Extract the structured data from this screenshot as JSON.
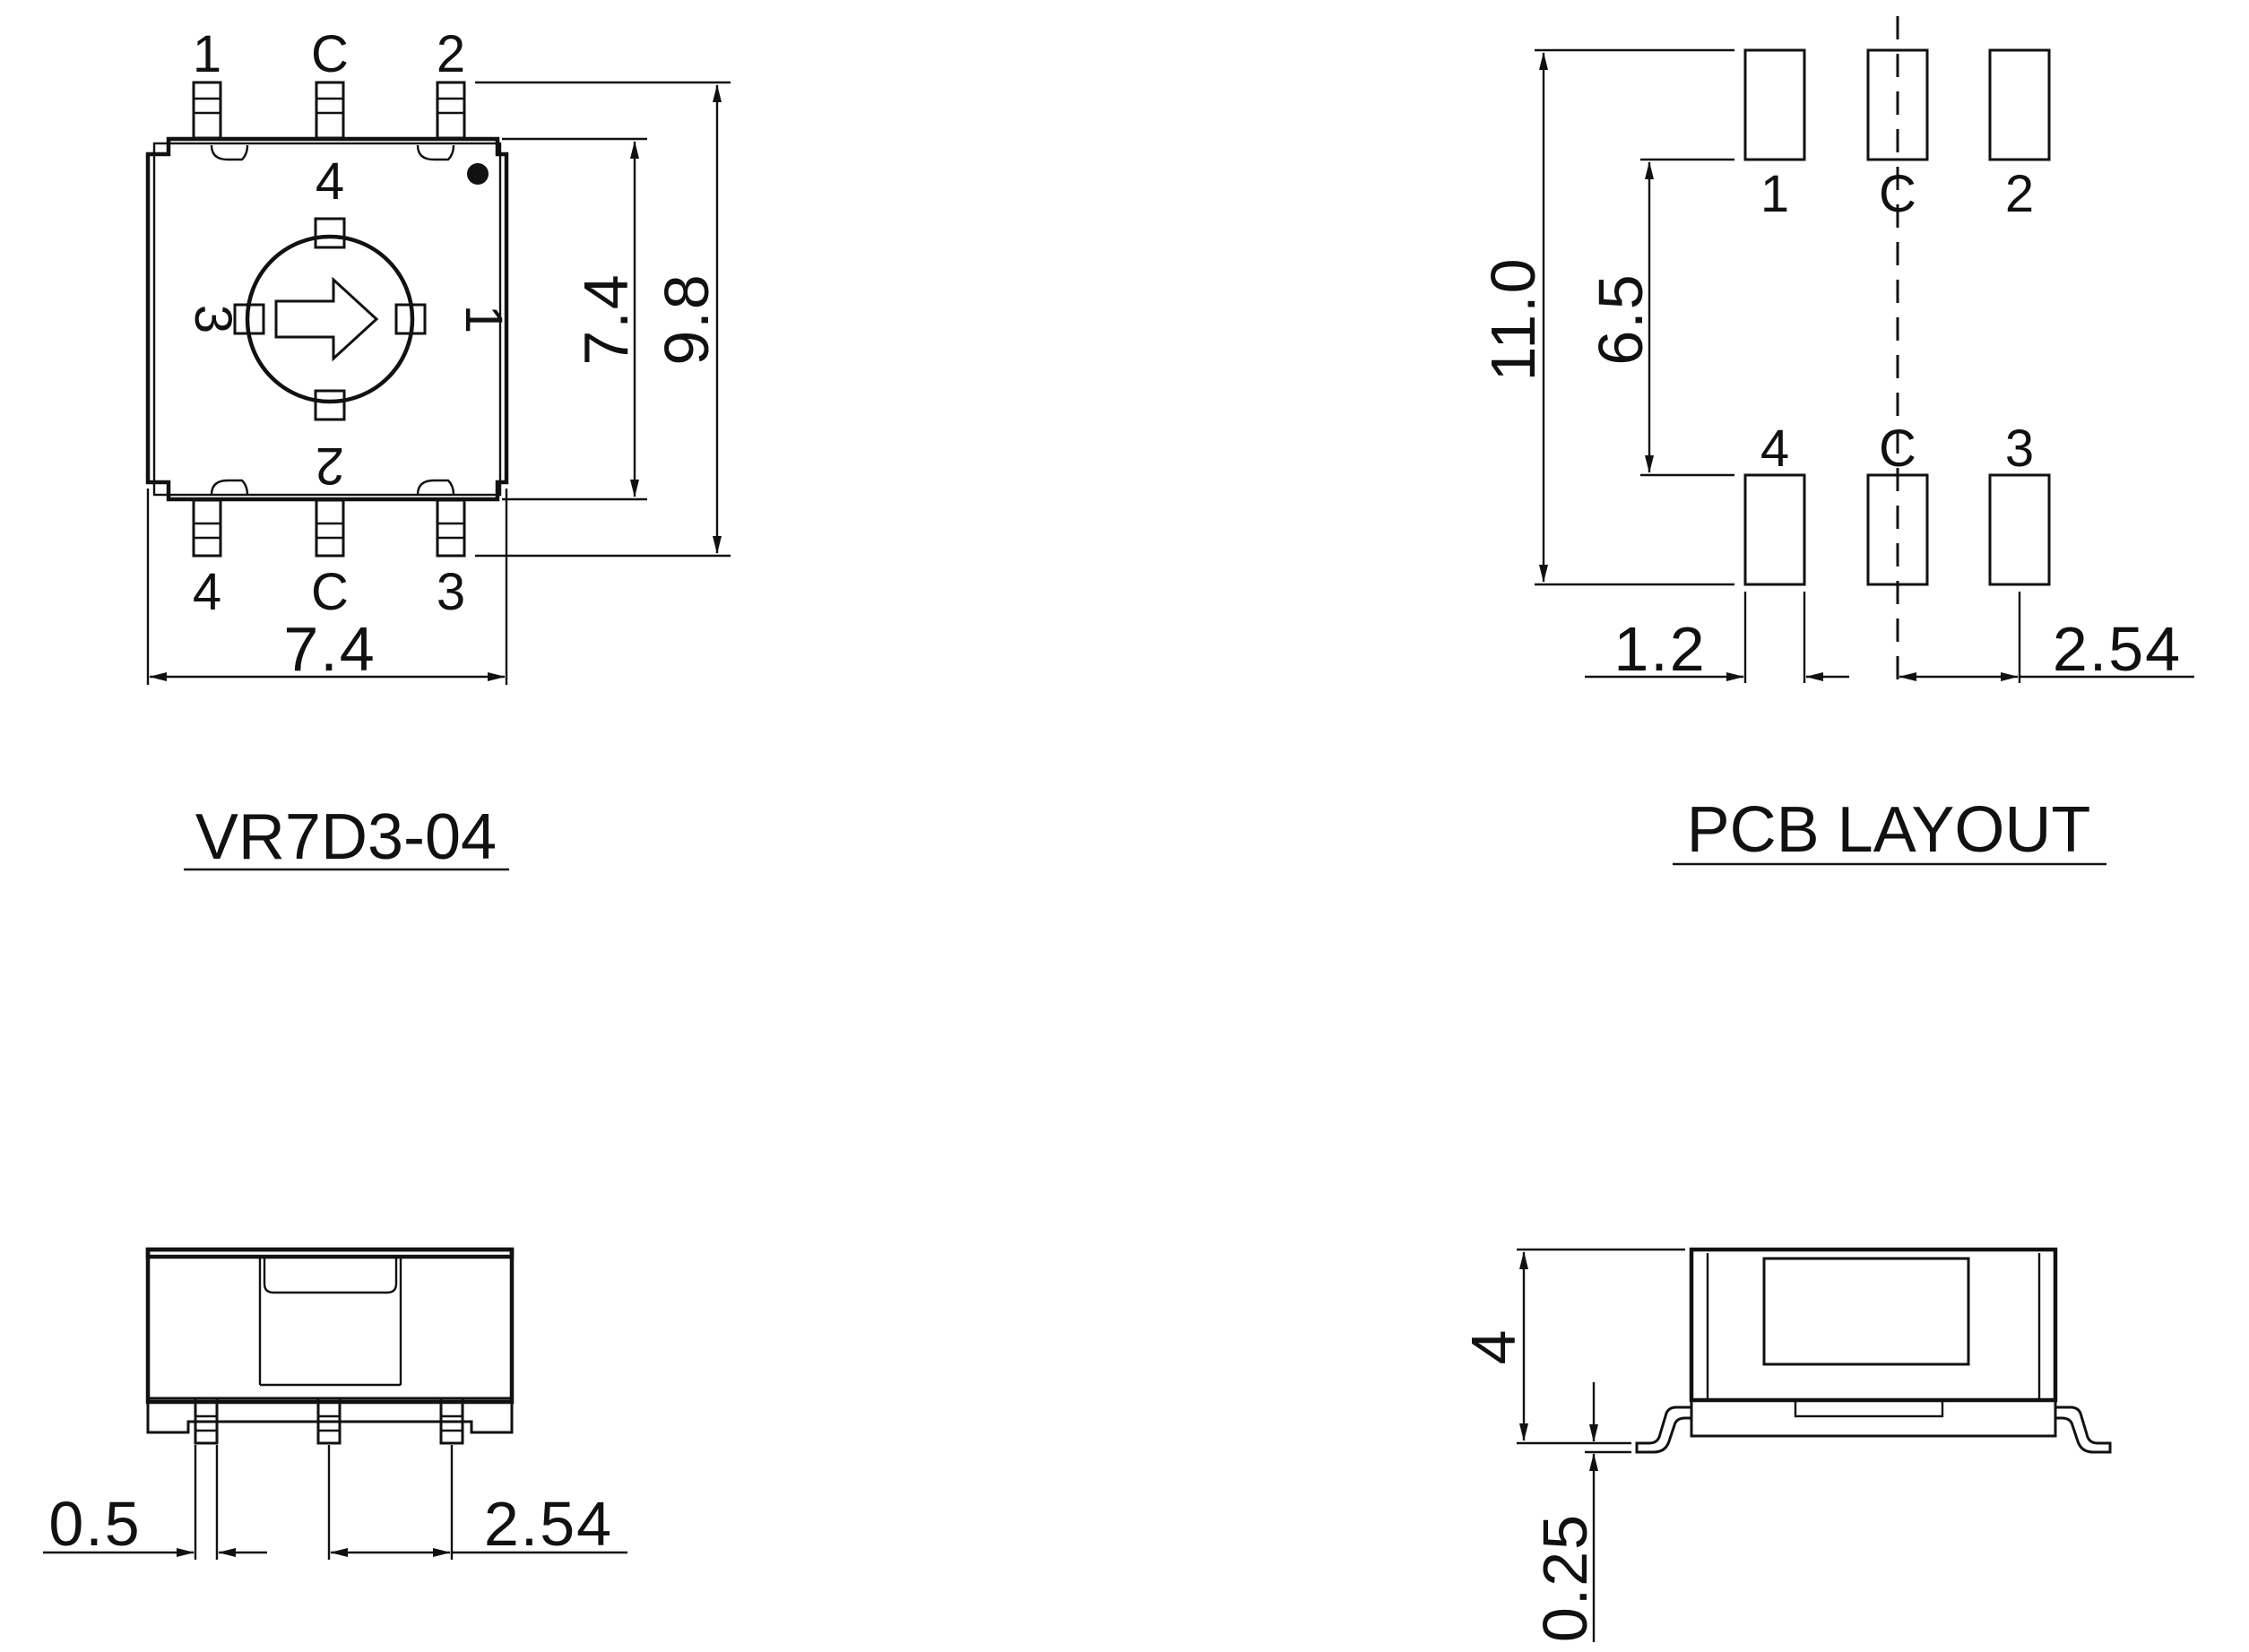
{
  "top_view": {
    "pins_top": [
      "1",
      "C",
      "2"
    ],
    "pins_bottom": [
      "4",
      "C",
      "3"
    ],
    "rotor_positions": {
      "top": "4",
      "left": "3",
      "right": "1",
      "bottom": "2"
    },
    "dims": {
      "width": "7.4",
      "body_height": "7.4",
      "total_height": "9.8"
    },
    "title": "VR7D3-04"
  },
  "pcb_layout": {
    "pads_top": [
      "1",
      "C",
      "2"
    ],
    "pads_bottom": [
      "4",
      "C",
      "3"
    ],
    "dims": {
      "overall": "11.0",
      "inner": "6.5",
      "pad_width": "1.2",
      "pitch": "2.54"
    },
    "title": "PCB LAYOUT"
  },
  "front_view": {
    "dims": {
      "lead_width": "0.5",
      "pitch": "2.54"
    }
  },
  "side_view": {
    "dims": {
      "height": "4",
      "standoff": "0.25"
    }
  }
}
